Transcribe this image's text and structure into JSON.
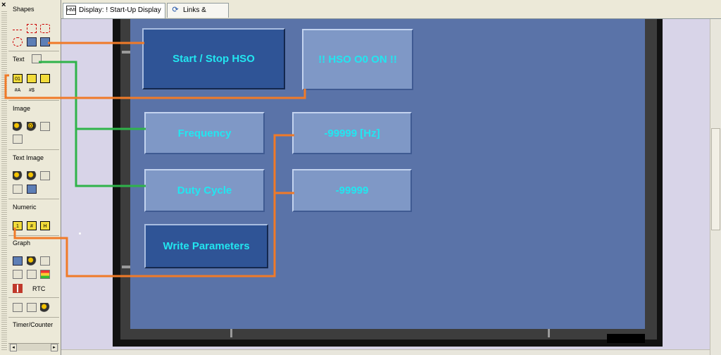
{
  "toolbox": {
    "close_glyph": "×",
    "sections": {
      "shapes": "Shapes",
      "text": "Text",
      "image": "Image",
      "text_image": "Text Image",
      "numeric": "Numeric",
      "graph": "Graph",
      "timer_counter": "Timer/Counter"
    },
    "graph_rtc_label": "RTC",
    "icons": {
      "text_icon_labels": [
        "01",
        "#A",
        "#$"
      ],
      "image_icon_labels": [
        "01"
      ],
      "numeric_icon_labels": [
        "1",
        "#",
        "H"
      ]
    }
  },
  "tabs": [
    {
      "label": "Display: ! Start-Up Display",
      "icon": "display-icon",
      "icon_text": "HMI",
      "active": true
    },
    {
      "label": "Links & Jumps",
      "icon": "links-icon",
      "icon_text": "⟳",
      "active": false
    }
  ],
  "display": {
    "buttons": [
      {
        "key": "start_stop",
        "label": "Start / Stop HSO",
        "style": "dark"
      },
      {
        "key": "hso_status",
        "label": "!! HSO O0 ON !!",
        "style": "light"
      },
      {
        "key": "frequency",
        "label": "Frequency",
        "style": "light"
      },
      {
        "key": "frequency_value",
        "label": "-99999 [Hz]",
        "style": "light"
      },
      {
        "key": "duty_cycle",
        "label": "Duty Cycle",
        "style": "light"
      },
      {
        "key": "duty_value",
        "label": "-99999",
        "style": "light"
      },
      {
        "key": "write_params",
        "label": "Write Parameters",
        "style": "dark"
      }
    ]
  },
  "colors": {
    "screen_bg": "#5a73a8",
    "button_text": "#22e6f0",
    "annotation_orange": "#f07a28",
    "annotation_green": "#2fb34a"
  }
}
